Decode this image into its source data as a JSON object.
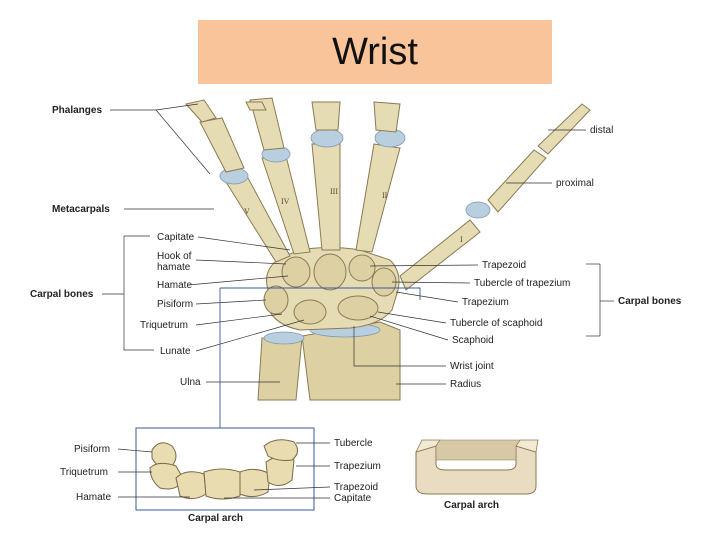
{
  "slide": {
    "title": "Wrist"
  },
  "labels_left": {
    "phalanges": "Phalanges",
    "metacarpals": "Metacarpals",
    "carpal_bones": "Carpal bones",
    "capitate": "Capitate",
    "hook_of_hamate_1": "Hook of",
    "hook_of_hamate_2": "hamate",
    "hamate": "Hamate",
    "pisiform": "Pisiform",
    "triquetrum": "Triquetrum",
    "lunate": "Lunate",
    "ulna": "Ulna"
  },
  "labels_right": {
    "distal": "distal",
    "proximal": "proximal",
    "trapezoid": "Trapezoid",
    "tubercle_of_trapezium": "Tubercle of trapezium",
    "trapezium": "Trapezium",
    "carpal_bones": "Carpal bones",
    "tubercle_of_scaphoid": "Tubercle of scaphoid",
    "scaphoid": "Scaphoid",
    "wrist_joint": "Wrist joint",
    "radius": "Radius"
  },
  "metacarpal_numerals": [
    "V",
    "IV",
    "III",
    "II",
    "I"
  ],
  "carpal_arch": {
    "caption": "Carpal arch",
    "left": {
      "pisiform": "Pisiform",
      "triquetrum": "Triquetrum",
      "hamate": "Hamate"
    },
    "right": {
      "tubercle": "Tubercle",
      "trapezium": "Trapezium",
      "trapezoid": "Trapezoid",
      "capitate": "Capitate"
    }
  },
  "arch_model": {
    "caption": "Carpal arch"
  },
  "colors": {
    "title_bg": "#f9c49a",
    "bone": "#e6dcb4",
    "cartilage": "#b9cfe0",
    "guide_lines": "#3a5a9a"
  }
}
